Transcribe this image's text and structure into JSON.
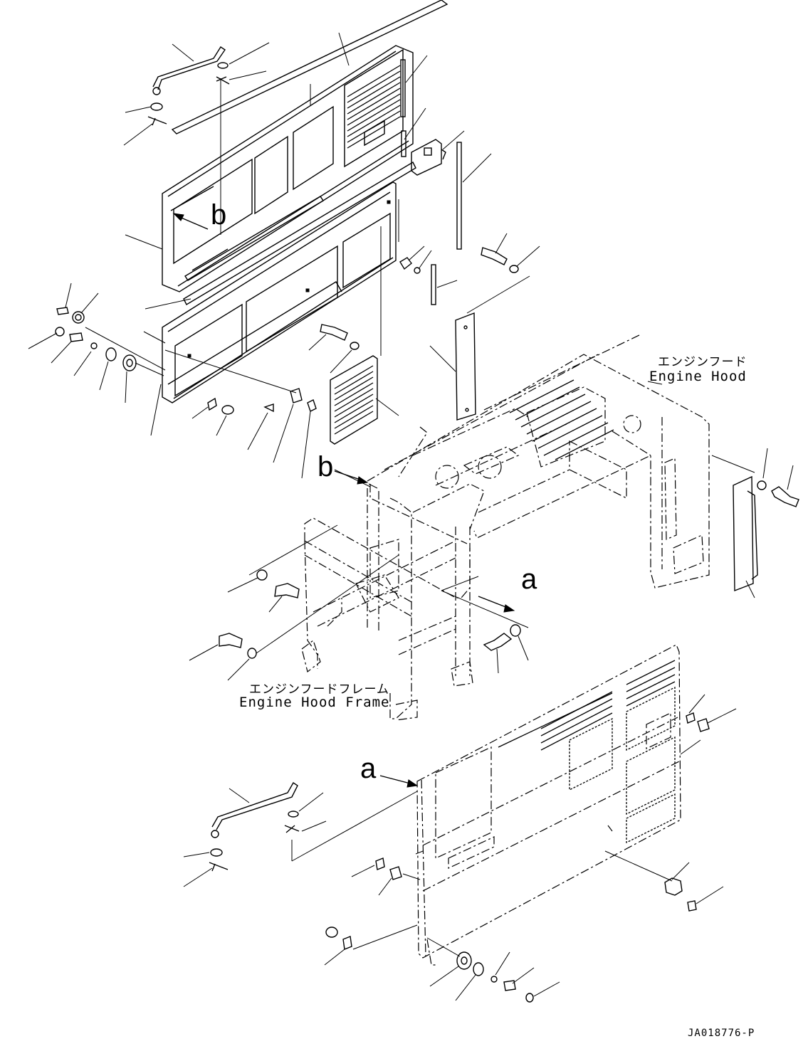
{
  "labels": {
    "engine_hood_ja": "エンジンフード",
    "engine_hood_en": "Engine Hood",
    "engine_hood_frame_ja": "エンジンフードフレーム",
    "engine_hood_frame_en": "Engine Hood Frame"
  },
  "view_refs": {
    "b_upper": "b",
    "b_lower": "b",
    "a_right": "a",
    "a_lower": "a"
  },
  "drawing_number": "JA018776-P"
}
